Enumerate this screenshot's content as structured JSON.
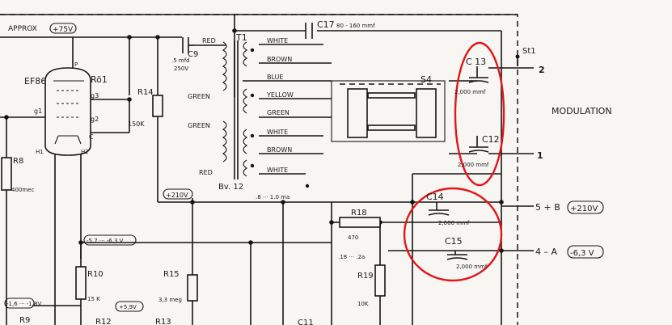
{
  "labels": {
    "approx": "APPROX",
    "v75": "+75V",
    "ef86": "EF86",
    "ro1": "Rö1",
    "p": "P",
    "g1": "g1",
    "g3": "g3",
    "g2": "g2",
    "c": "C",
    "h1": "H1",
    "h2": "H2",
    "r14": "R14",
    "r14_val": "150K",
    "r8": "R8",
    "r8_val": "400mec",
    "c9": "C9",
    "c9_val1": ".5 mfd",
    "c9_val2": "250V",
    "t1": "T1",
    "bv12": "Bv. 12",
    "c17": "C17",
    "c17_val": "80 - 160 mmf",
    "red1": "RED",
    "green1": "GREEN",
    "green2": "GREEN",
    "red2": "RED",
    "white1": "WHITE",
    "brown1": "BROWN",
    "blue": "BLUE",
    "yellow": "YELLOW",
    "green3": "GREEN",
    "white2": "WHITE",
    "brown2": "BROWN",
    "white3": "WHITE",
    "s4": "S4",
    "c13": "C 13",
    "c13_val": "2,000 mmf",
    "c12": "C12",
    "c12_val": "2,000 mmf",
    "st1": "St1",
    "out2": "2",
    "out1": "1",
    "modulation": "MODULATION",
    "c14": "C14",
    "c14_val": "2,000 mmf",
    "c15": "C15",
    "c15_val": "2,000 mmf",
    "out5": "5 + B",
    "v210_right": "+210V",
    "out4": "4 – A",
    "v63_right": "-6,3 V",
    "v210_left": "+210V",
    "ma": ".8 ··· 1.0 ma",
    "r18": "R18",
    "r18_val": "470",
    "a2": ".18 ··· .2a",
    "r19": "R19",
    "r19_val": "10K",
    "v57": "-5,7 ··· -6,3 V",
    "r10": "R10",
    "r10_val": "15 K",
    "r15": "R15",
    "r15_val": "3,3 meg",
    "v16": "-1,6 ··· -1,8V",
    "v59": "+5,9V",
    "r9": "R9",
    "r12": "R12",
    "r13": "R13",
    "c11": "C11"
  },
  "highlight_color": "#e0161b",
  "ink_color": "#151515"
}
